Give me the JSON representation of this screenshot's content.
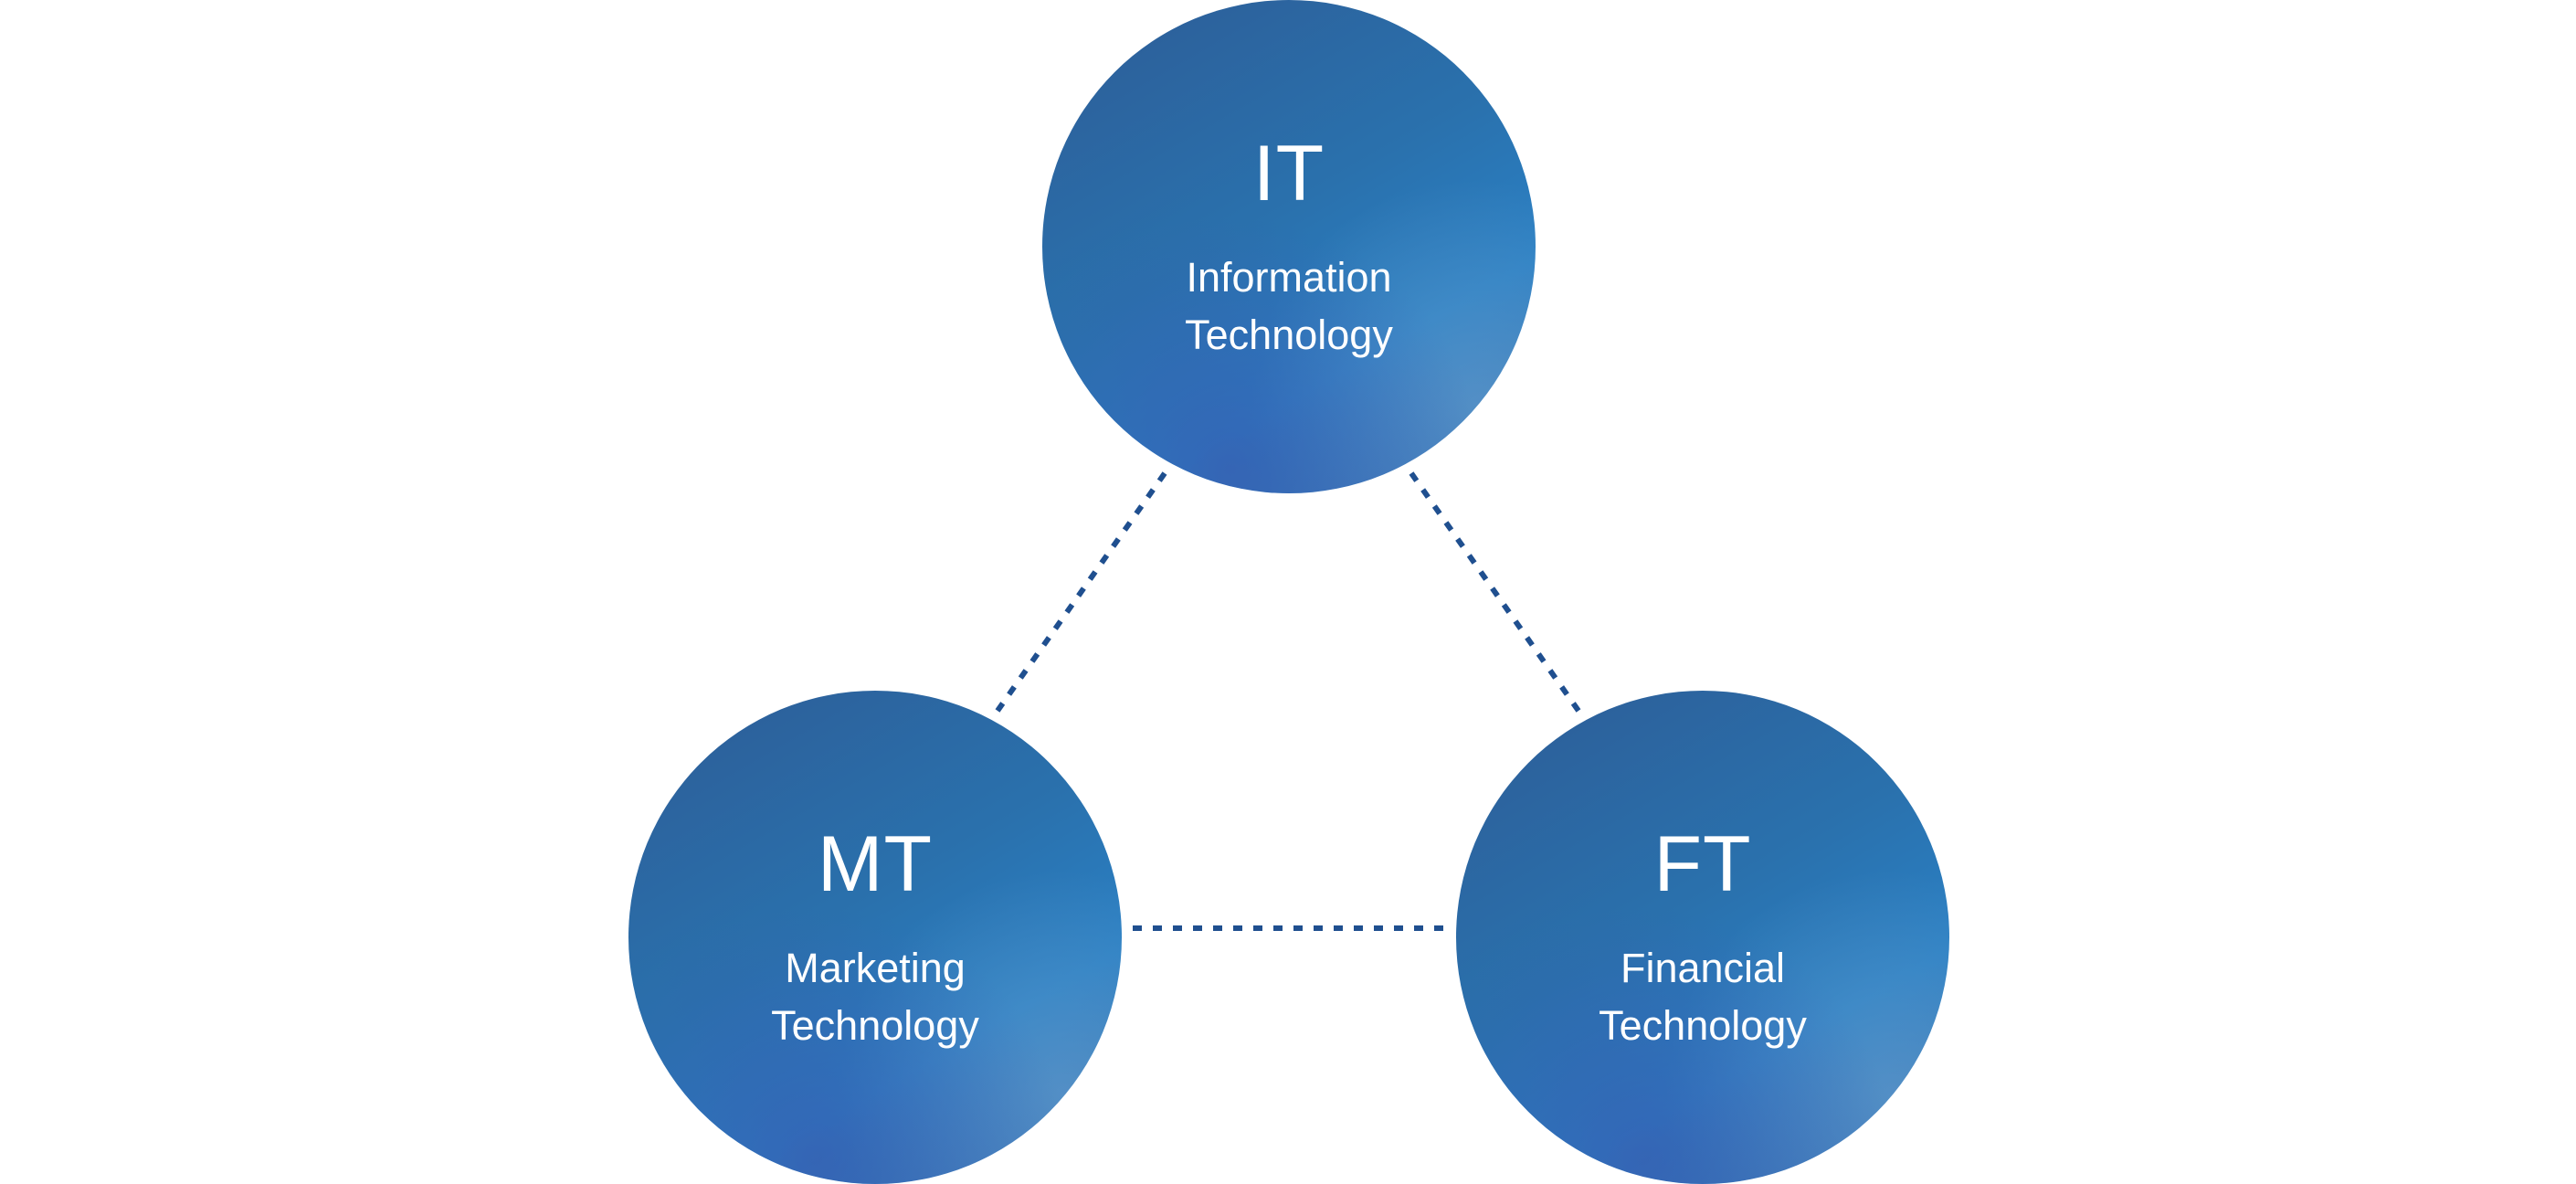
{
  "nodes": [
    {
      "abbreviation": "IT",
      "line1": "Information",
      "line2": "Technology"
    },
    {
      "abbreviation": "MT",
      "line1": "Marketing",
      "line2": "Technology"
    },
    {
      "abbreviation": "FT",
      "line1": "Financial",
      "line2": "Technology"
    }
  ],
  "connectors": [
    {
      "from": "IT",
      "to": "MT",
      "style": "dotted"
    },
    {
      "from": "IT",
      "to": "FT",
      "style": "dotted"
    },
    {
      "from": "MT",
      "to": "FT",
      "style": "dotted"
    }
  ],
  "colors": {
    "node_fill_start": "#2d5c96",
    "node_fill_end": "#2a80c4",
    "connector": "#1f4f8f",
    "text": "#ffffff",
    "background": "#ffffff"
  }
}
